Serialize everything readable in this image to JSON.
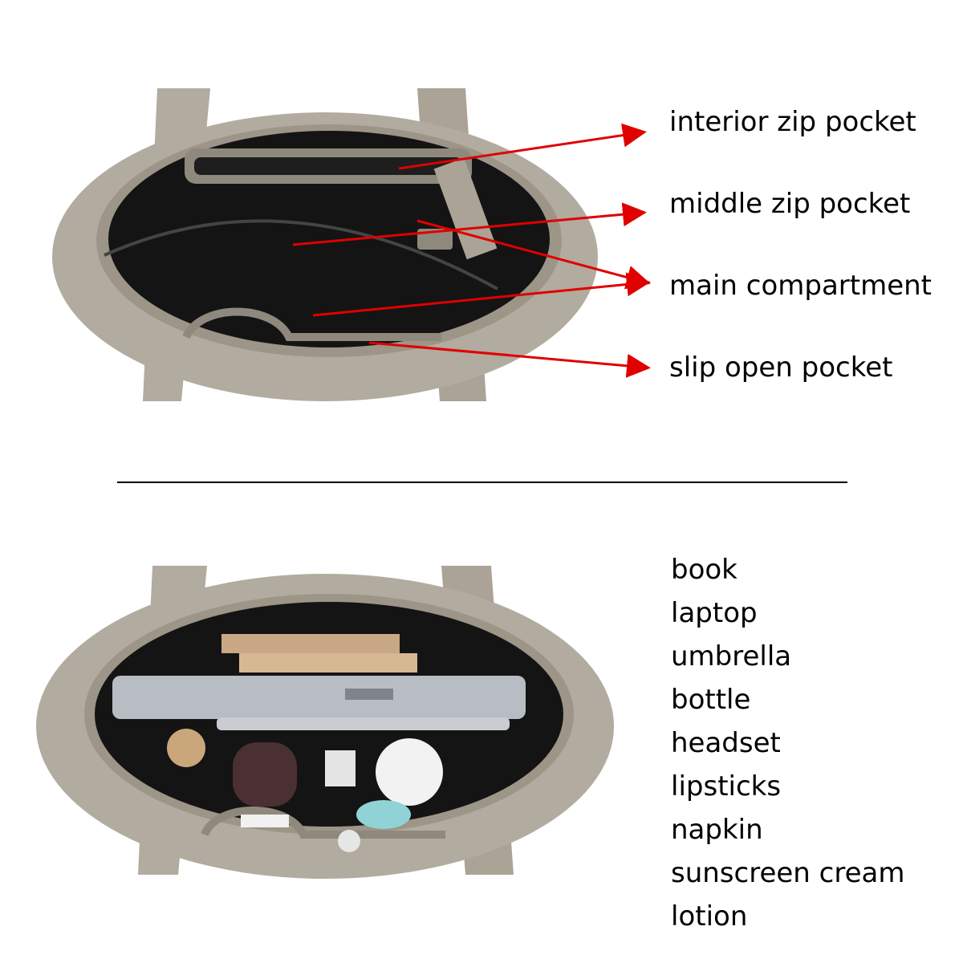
{
  "top_section": {
    "callouts": [
      {
        "label": "interior zip pocket"
      },
      {
        "label": "middle zip pocket"
      },
      {
        "label": "main compartment"
      },
      {
        "label": "slip open pocket"
      }
    ],
    "arrow_color": "#e00000"
  },
  "bottom_section": {
    "items": [
      "book",
      "laptop",
      "umbrella",
      "bottle",
      "headset",
      "lipsticks",
      "napkin",
      "sunscreen cream",
      "lotion"
    ]
  },
  "colors": {
    "bag_leather": "#b2ab9f",
    "bag_lining": "#141414",
    "divider": "#000000"
  }
}
